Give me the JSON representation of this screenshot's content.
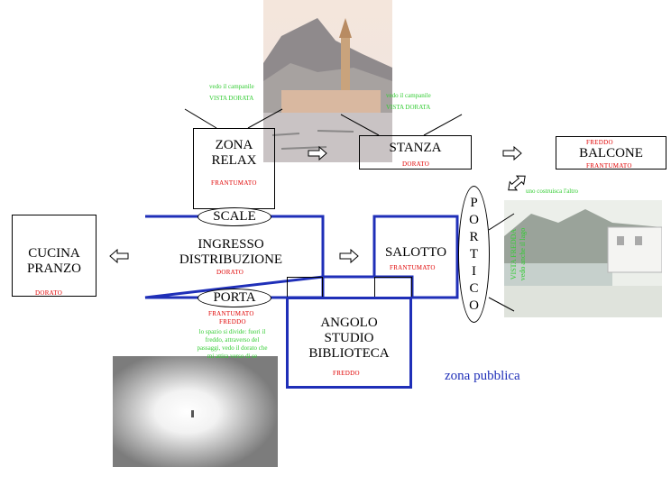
{
  "rooms": {
    "zona_relax": {
      "label_line1": "ZONA",
      "label_line2": "RELAX",
      "finish": "FRANTUMATO"
    },
    "stanza": {
      "label": "STANZA",
      "finish": "DORATO"
    },
    "balcone": {
      "label": "BALCONE",
      "temp": "FREDDO",
      "finish": "FRANTUMATO"
    },
    "cucina": {
      "label_line1": "CUCINA",
      "label_line2": "PRANZO",
      "finish": "DORATO"
    },
    "ingresso": {
      "label_line1": "INGRESSO",
      "label_line2": "DISTRIBUZIONE",
      "finish": "DORATO"
    },
    "salotto": {
      "label": "SALOTTO",
      "finish": "FRANTUMATO"
    },
    "angolo": {
      "label_line1": "ANGOLO",
      "label_line2": "STUDIO",
      "label_line3": "BIBLIOTECA",
      "temp": "FREDDO"
    }
  },
  "connectors": {
    "scale": "SCALE",
    "porta": "PORTA",
    "portico_letters": [
      "P",
      "O",
      "R",
      "T",
      "I",
      "C",
      "O"
    ]
  },
  "notes": {
    "relax_view_line1": "vedo il campanile",
    "relax_view_line2": "VISTA DORATA",
    "stanza_view_line1": "vedo il campanile",
    "stanza_view_line2": "VISTA DORATA",
    "balcone_note": "uno costruisca l'altro",
    "porta_finish": "FRANTUMATO",
    "porta_temp": "FREDDO",
    "porta_desc_line1": "lo spazio si divide: fuori il",
    "porta_desc_line2": "freddo, attraverso del",
    "porta_desc_line3": "passaggi, vedo il dorato che",
    "porta_desc_line4": "mi attira verso di se",
    "lake_note_line1": "VISTA FREDDA",
    "lake_note_line2": "vedo anche il lago"
  },
  "zona_pubblica": "zona pubblica",
  "colors": {
    "blue_wall": "#1f2fb8",
    "finish_red": "#e00000",
    "note_green": "#33cc33",
    "public_blue": "#1f2fb8"
  }
}
